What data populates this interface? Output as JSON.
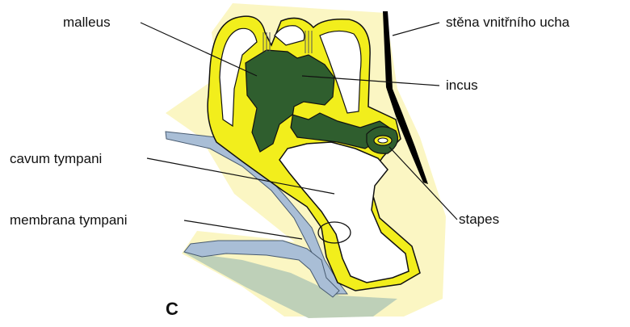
{
  "labels": {
    "malleus": "malleus",
    "inner_ear_wall": "stěna vnitřního ucha",
    "incus": "incus",
    "tympanic_cavity": "cavum tympani",
    "tympanic_membrane": "membrana tympani",
    "stapes": "stapes"
  },
  "panel_letter": "C",
  "colors": {
    "background": "#ffffff",
    "mesenchyme": "#fbf6c3",
    "epithelium": "#f2ee1c",
    "ossicle": "#2f5e2e",
    "ectoderm": "#a9bed6",
    "lower_region": "#bed0b8",
    "wall": "#000000"
  }
}
